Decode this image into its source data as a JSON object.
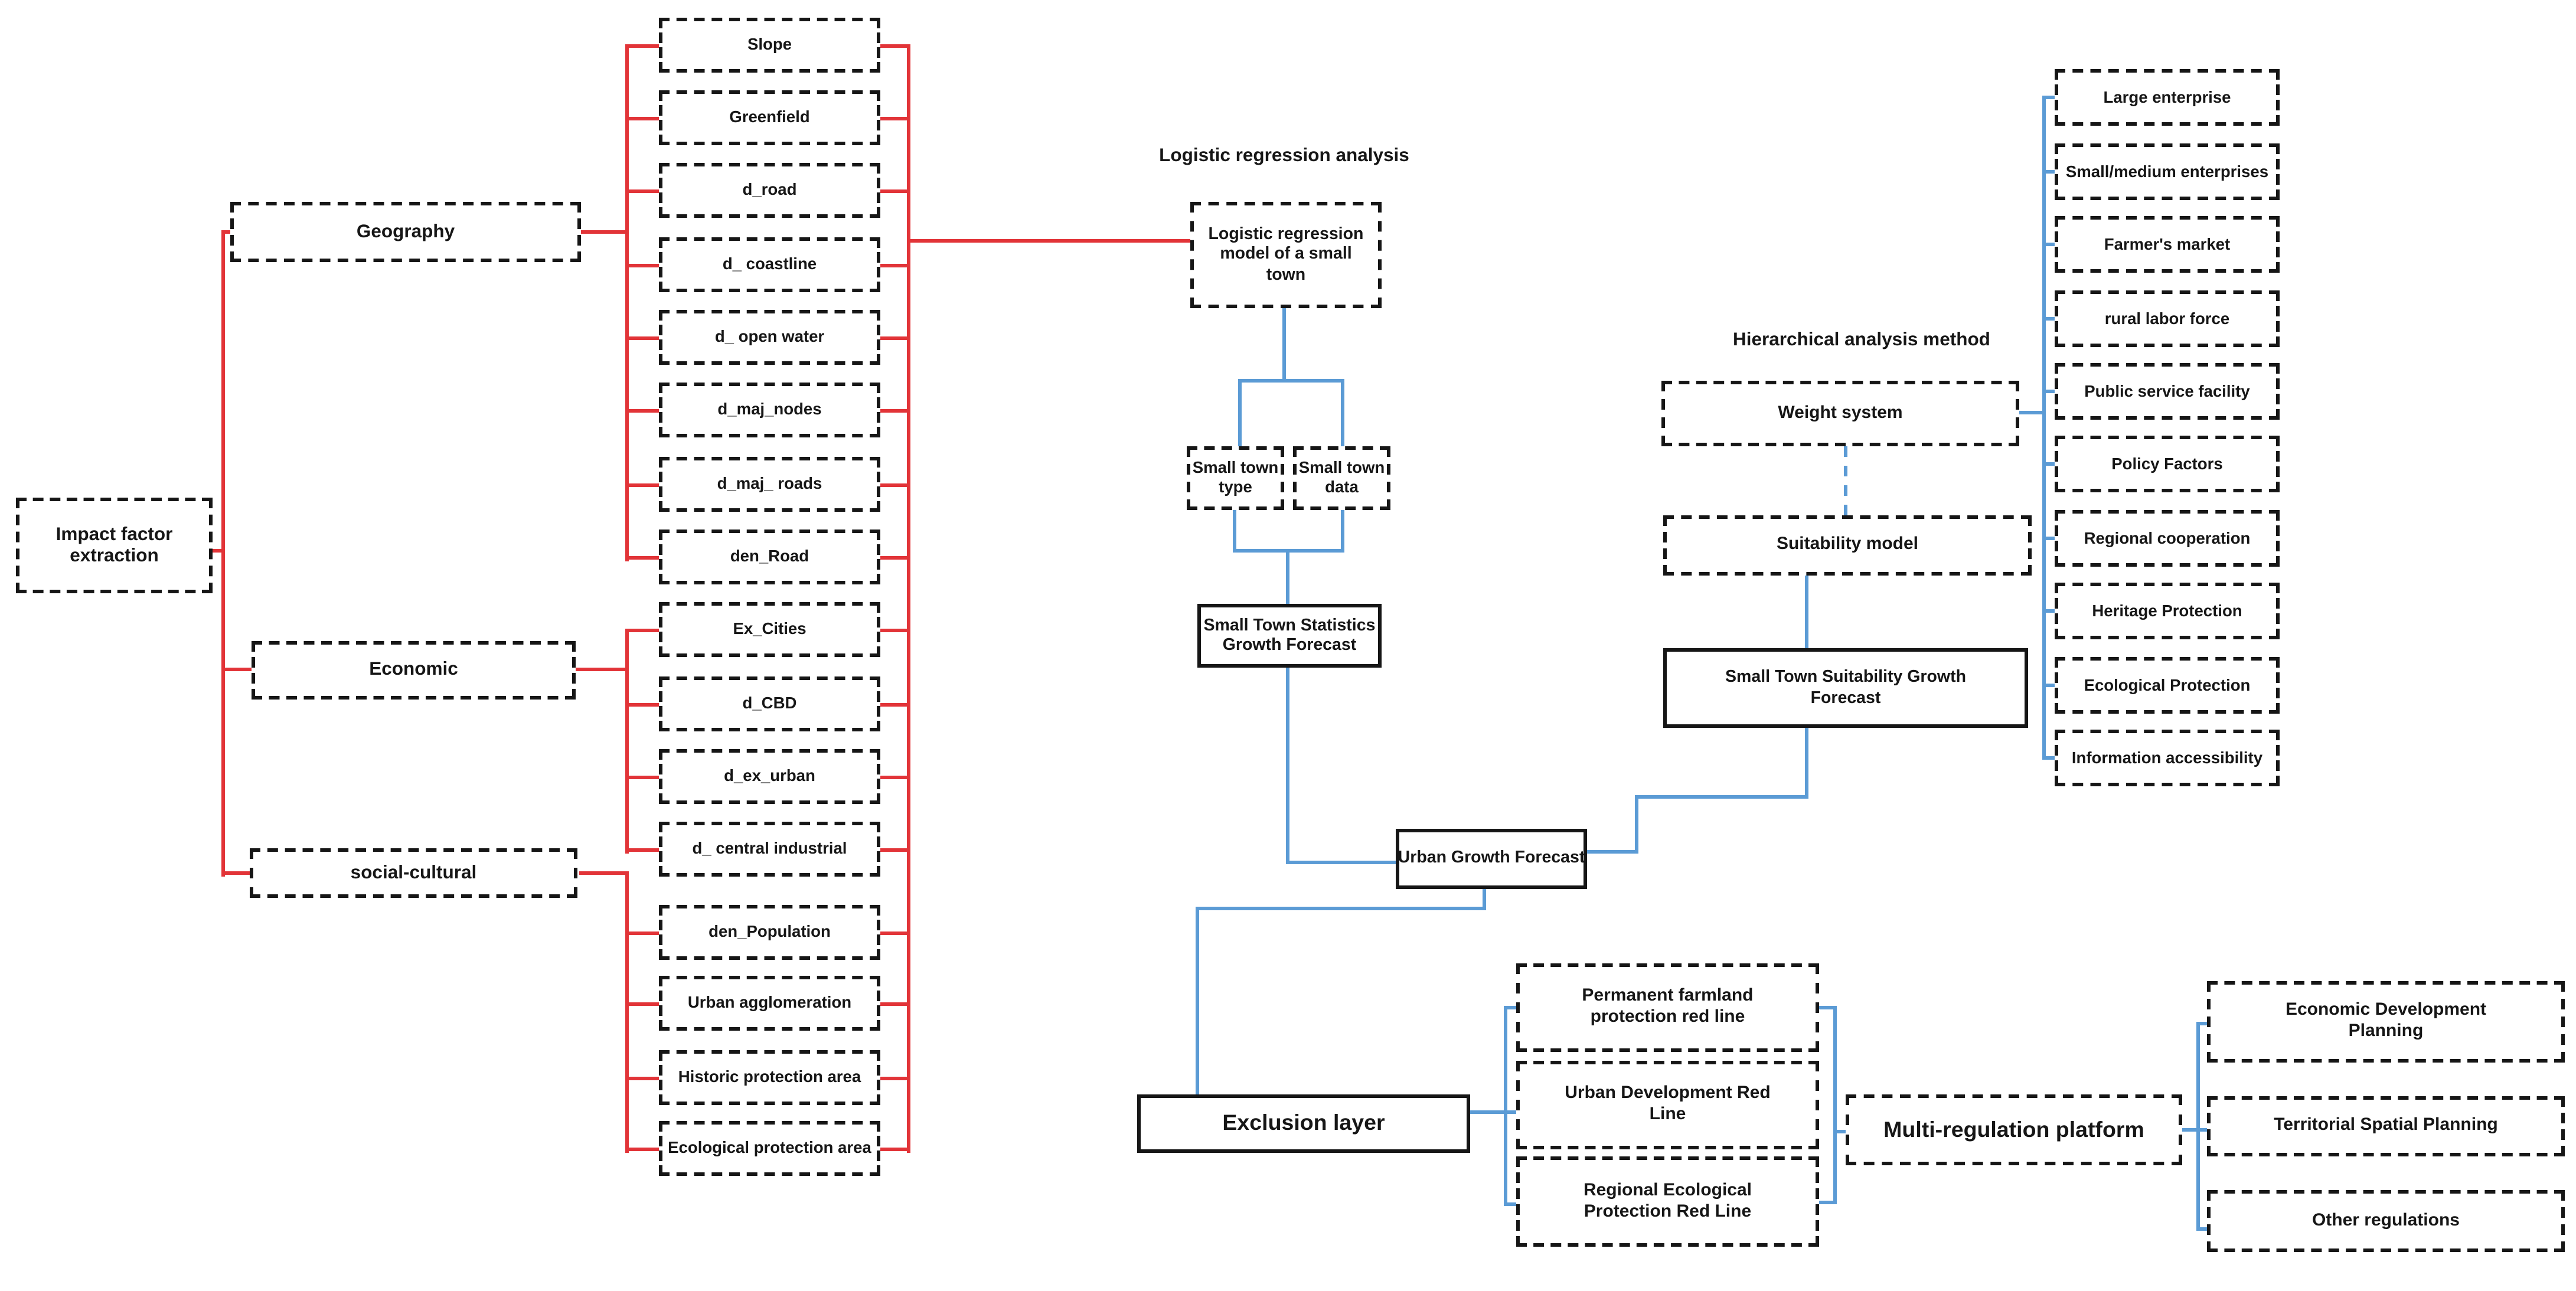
{
  "colors": {
    "red": "#e23438",
    "blue": "#5b9bd5",
    "border": "#161616",
    "text": "#161616"
  },
  "left_tree": {
    "root": "Impact factor extraction",
    "categories": [
      {
        "label": "Geography"
      },
      {
        "label": "Economic"
      },
      {
        "label": "social-cultural"
      }
    ],
    "factors": [
      {
        "label": "Slope"
      },
      {
        "label": "Greenfield"
      },
      {
        "label": "d_road"
      },
      {
        "label": "d_ coastline"
      },
      {
        "label": "d_ open water"
      },
      {
        "label": "d_maj_nodes"
      },
      {
        "label": "d_maj_ roads"
      },
      {
        "label": "den_Road"
      },
      {
        "label": "Ex_Cities"
      },
      {
        "label": "d_CBD"
      },
      {
        "label": "d_ex_urban"
      },
      {
        "label": "d_ central industrial"
      },
      {
        "label": "den_Population"
      },
      {
        "label": "Urban agglomeration"
      },
      {
        "label": "Historic protection area"
      },
      {
        "label": "Ecological protection area"
      }
    ]
  },
  "logistic": {
    "title": "Logistic regression analysis",
    "model": "Logistic regression model of a small town",
    "inputs": [
      {
        "label": "Small town type"
      },
      {
        "label": "Small town data"
      }
    ],
    "forecast": "Small Town Statistics Growth Forecast"
  },
  "hierarchy": {
    "title": "Hierarchical analysis method",
    "weight_system": "Weight system",
    "suitability_model": "Suitability model",
    "forecast": "Small Town Suitability Growth Forecast",
    "criteria": [
      {
        "label": "Large enterprise"
      },
      {
        "label": "Small/medium enterprises"
      },
      {
        "label": "Farmer's market"
      },
      {
        "label": "rural labor force"
      },
      {
        "label": "Public service facility"
      },
      {
        "label": "Policy Factors"
      },
      {
        "label": "Regional cooperation"
      },
      {
        "label": "Heritage Protection"
      },
      {
        "label": "Ecological Protection"
      },
      {
        "label": "Information accessibility"
      }
    ]
  },
  "integration": {
    "urban_growth_forecast": "Urban Growth Forecast",
    "exclusion_layer": "Exclusion layer",
    "red_lines": [
      {
        "label": "Permanent farmland protection red line"
      },
      {
        "label": "Urban Development Red Line"
      },
      {
        "label": "Regional Ecological Protection Red Line"
      }
    ],
    "platform": "Multi-regulation platform",
    "regulations": [
      {
        "label": "Economic Development Planning"
      },
      {
        "label": "Territorial Spatial Planning"
      },
      {
        "label": "Other regulations"
      }
    ]
  }
}
